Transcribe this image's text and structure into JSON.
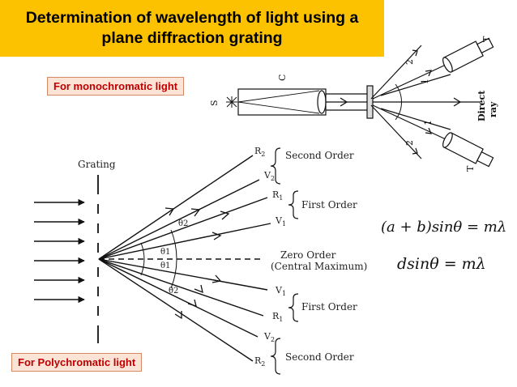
{
  "title": {
    "line1": "Determination of wavelength of light using a",
    "line2": "plane diffraction grating"
  },
  "labels": {
    "mono": "For monochromatic light",
    "poly": "For Polychromatic light"
  },
  "top_diagram": {
    "source": "S",
    "collimator": "C",
    "telescope": "T",
    "direct_ray": [
      "Direct",
      "ray"
    ],
    "order_marks": {
      "one": "1",
      "two": "2"
    }
  },
  "bottom_diagram": {
    "grating": "Grating",
    "second_order": "Second Order",
    "first_order": "First Order",
    "zero_order": "Zero Order",
    "central_maximum": "(Central Maximum)",
    "r2": "R",
    "r2_sub": "2",
    "v2": "V",
    "v2_sub": "2",
    "r1": "R",
    "r1_sub": "1",
    "v1": "V",
    "v1_sub": "1",
    "theta1": "θ1",
    "theta2": "θ2"
  },
  "equations": {
    "eq1": "(a + b)sinθ = mλ",
    "eq2": "dsinθ = mλ"
  },
  "colors": {
    "title_bg": "#fcc200",
    "label_text": "#c00000",
    "label_bg": "#fbe3d6"
  }
}
